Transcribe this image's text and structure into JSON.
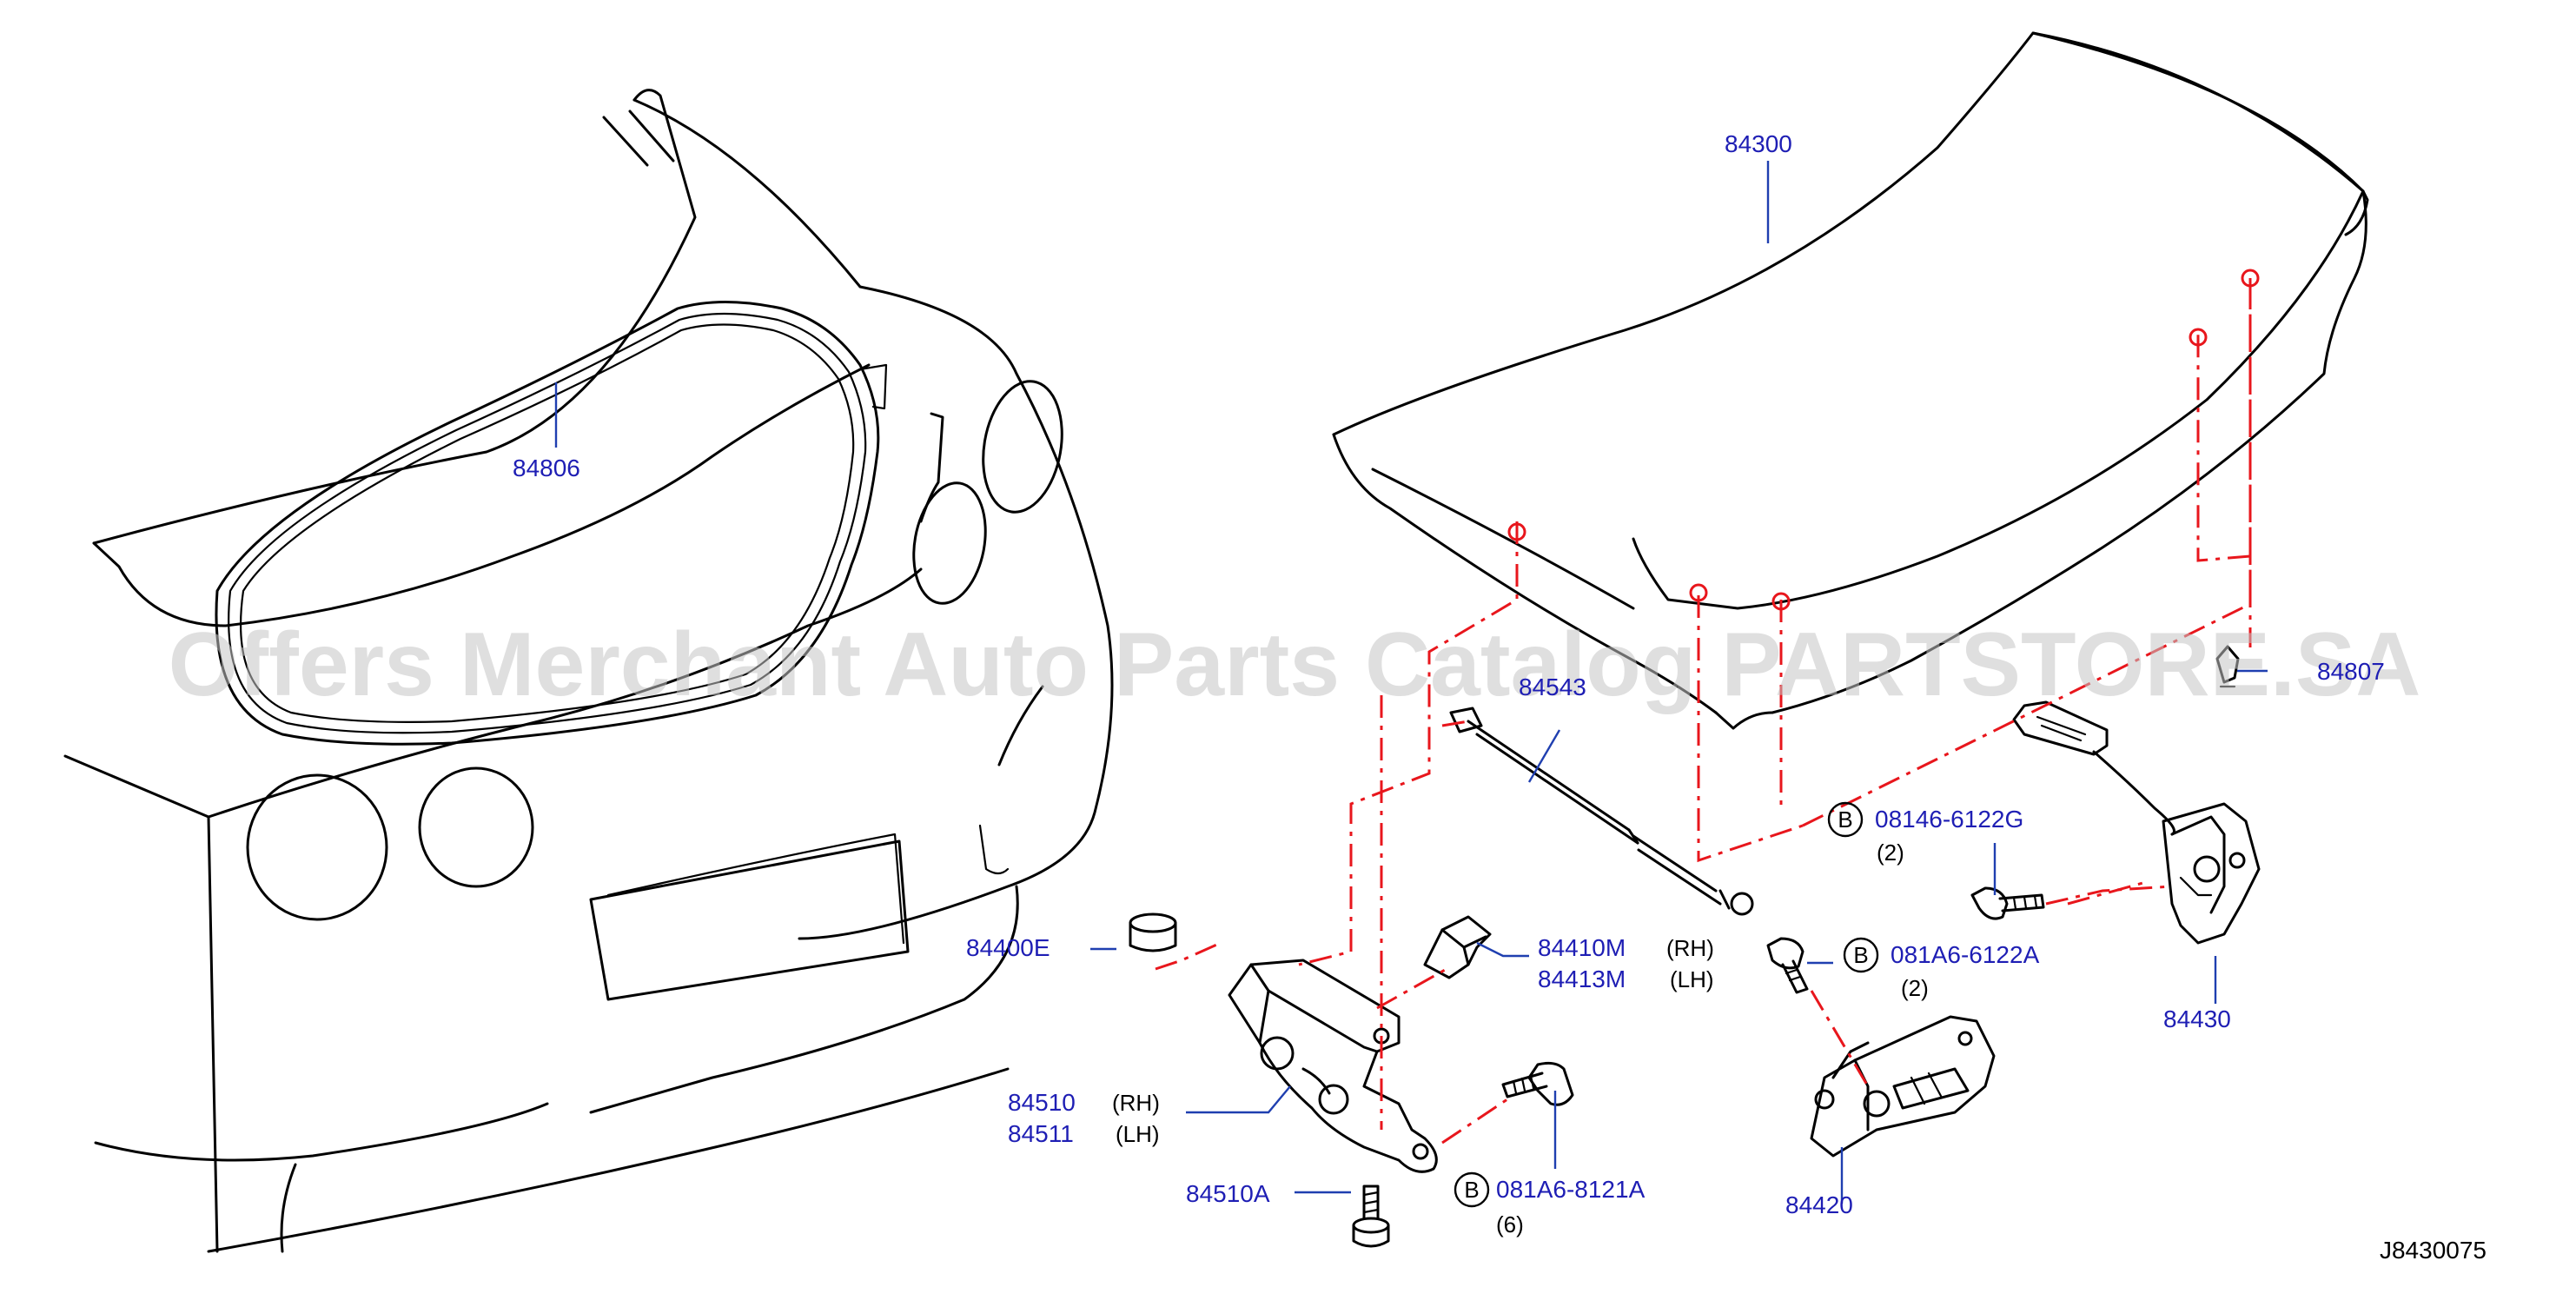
{
  "colors": {
    "line": "#000000",
    "part_number": "#1e1eb4",
    "leader": "#1f3fb0",
    "dashed": "#e8161c",
    "watermark": "#c4c4c4"
  },
  "watermark": "Offers Merchant Auto Parts Catalog PARTSTORE.SA",
  "diagram_id": "J8430075",
  "callouts": {
    "trunk_lid": "84300",
    "weatherstrip": "84806",
    "bumper_rubber": "84807",
    "gas_stay": "84543",
    "bumper_stopper": "84400E",
    "hinge_cover_rh": "84410M",
    "hinge_cover_lh": "84413M",
    "hinge_rh": "84510",
    "hinge_lh": "84511",
    "hinge_bolt": "84510A",
    "lock": "84420",
    "striker": "84430"
  },
  "sides": {
    "rh": "(RH)",
    "lh": "(LH)"
  },
  "fasteners": {
    "marker_letter": "B",
    "f1": {
      "part": "081A6-8121A",
      "qty": "(6)"
    },
    "f2": {
      "part": "081A6-6122A",
      "qty": "(2)"
    },
    "f3": {
      "part": "08146-6122G",
      "qty": "(2)"
    }
  }
}
